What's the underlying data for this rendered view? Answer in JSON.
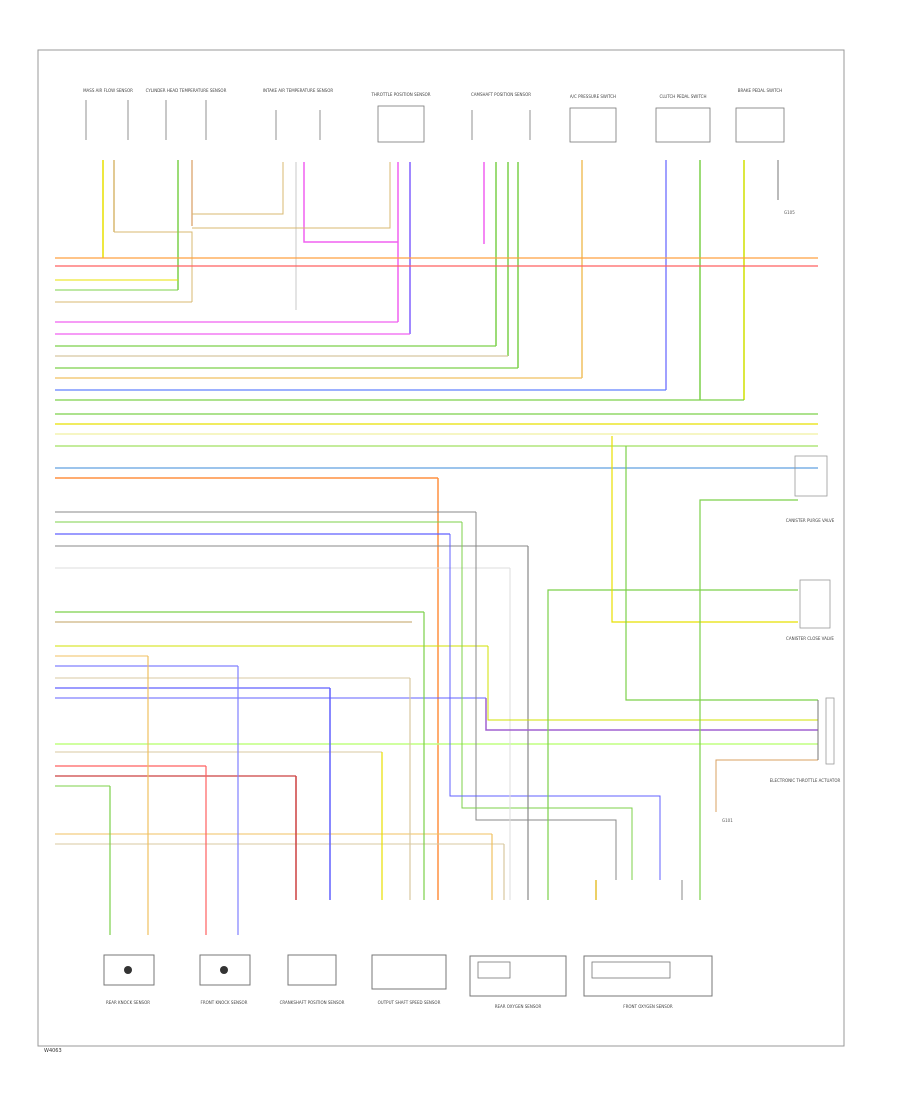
{
  "diagram": {
    "footer_code": "W4063",
    "top_components": [
      {
        "id": "c1",
        "label": "MASS AIR FLOW SENSOR"
      },
      {
        "id": "c2",
        "label": "CYLINDER HEAD TEMPERATURE SENSOR"
      },
      {
        "id": "c3",
        "label": "INTAKE AIR TEMPERATURE SENSOR"
      },
      {
        "id": "c4",
        "label": "THROTTLE POSITION SENSOR"
      },
      {
        "id": "c5",
        "label": "CAMSHAFT POSITION SENSOR"
      },
      {
        "id": "c6",
        "label": "A/C PRESSURE SWITCH"
      },
      {
        "id": "c7",
        "label": "CLUTCH PEDAL SWITCH"
      },
      {
        "id": "c8",
        "label": "BRAKE PEDAL SWITCH"
      }
    ],
    "bottom_components": [
      {
        "id": "b1",
        "label": "REAR KNOCK SENSOR"
      },
      {
        "id": "b2",
        "label": "FRONT KNOCK SENSOR"
      },
      {
        "id": "b3",
        "label": "CRANKSHAFT POSITION SENSOR"
      },
      {
        "id": "b4",
        "label": "OUTPUT SHAFT SPEED SENSOR"
      },
      {
        "id": "b5",
        "label": "REAR OXYGEN SENSOR"
      },
      {
        "id": "b6",
        "label": "FRONT OXYGEN SENSOR"
      }
    ],
    "right_components": [
      {
        "id": "r1",
        "label": "CANISTER PURGE VALVE"
      },
      {
        "id": "r2",
        "label": "CANISTER CLOSE VALVE"
      },
      {
        "id": "r3",
        "label": "ELECTRONIC THROTTLE ACTUATOR"
      }
    ],
    "ground_labels": [
      "G105",
      "G101"
    ]
  }
}
